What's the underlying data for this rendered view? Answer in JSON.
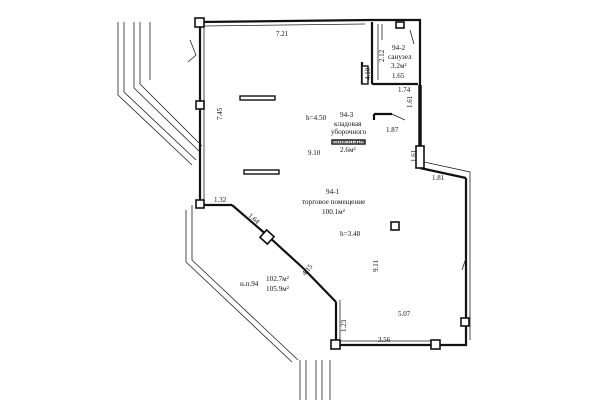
{
  "dimensions": {
    "top_wall": "7.21",
    "left_wall": "7.45",
    "bath_height": "2.12",
    "bath_width_1": "1.65",
    "bath_width_2": "1.74",
    "bath_small": "4.10",
    "storage_depth": "1.61",
    "storage_width": "1.87",
    "storage_diag": "9.10",
    "right_jog": "1.61",
    "right_top": "1.81",
    "right_wall": "9.11",
    "left_notch": "1.32",
    "diag_upper": "1.64",
    "diag_lower": "4.15",
    "bottom_small": "1.23",
    "bottom_wall": "3.56",
    "room_width": "5.07"
  },
  "rooms": {
    "bathroom": {
      "number": "94-2",
      "name": "санузел",
      "area": "3.2м²"
    },
    "storage": {
      "number": "94-3",
      "name_line1": "кладовая",
      "name_line2": "уборочного",
      "name_line3": "инвентаря",
      "area": "2.6м²"
    },
    "sales": {
      "number": "94-1",
      "name": "торговое помещение",
      "area": "100.1м²"
    }
  },
  "heights": {
    "upper": "h=4.50",
    "lower": "h=3.48"
  },
  "totals": {
    "unit": "н.п.94",
    "area_total": "102.7м²",
    "area_gross": "105.9м²"
  }
}
